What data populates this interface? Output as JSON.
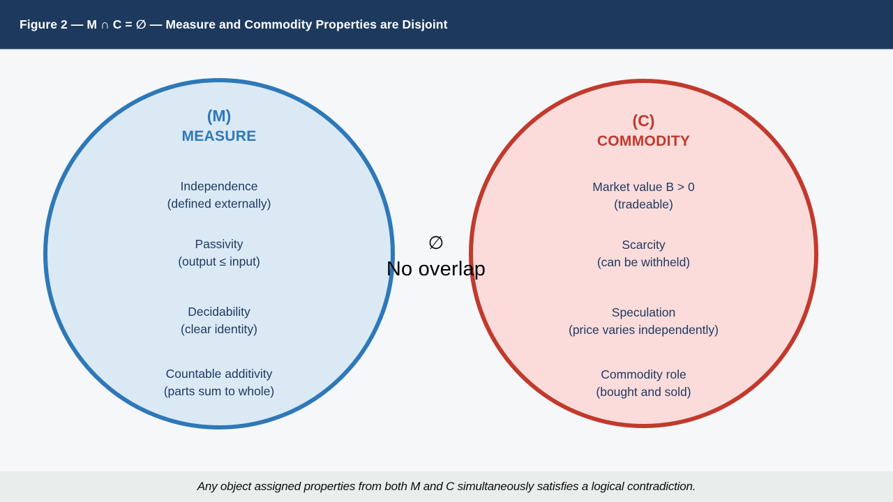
{
  "header": {
    "title": "Figure 2 — M ∩ C = ∅ — Measure and Commodity Properties are Disjoint",
    "background": "#1d3a5e",
    "text_color": "#ffffff"
  },
  "diagram": {
    "left_circle": {
      "symbol": "(M)",
      "name": "MEASURE",
      "stroke": "#2e78b8",
      "fill": "#dbe9f5",
      "items": [
        {
          "title": "Independence",
          "subtitle": "(defined externally)"
        },
        {
          "title": "Passivity",
          "subtitle": "(output ≤ input)"
        },
        {
          "title": "Decidability",
          "subtitle": "(clear identity)"
        },
        {
          "title": "Countable additivity",
          "subtitle": "(parts sum to whole)"
        }
      ]
    },
    "right_circle": {
      "symbol": "(C)",
      "name": "COMMODITY",
      "stroke": "#c13a2c",
      "fill": "#fbdcdb",
      "items": [
        {
          "title": "Market value B > 0",
          "subtitle": "(tradeable)"
        },
        {
          "title": "Scarcity",
          "subtitle": "(can be withheld)"
        },
        {
          "title": "Speculation",
          "subtitle": "(price varies independently)"
        },
        {
          "title": "Commodity role",
          "subtitle": "(bought and sold)"
        }
      ]
    },
    "center": {
      "symbol": "∅",
      "label": "No overlap"
    },
    "item_text_color": "#1f3a60"
  },
  "footer": {
    "note": "Any object assigned properties from both M and C simultaneously satisfies a logical contradiction.",
    "background": "#e9edec"
  }
}
